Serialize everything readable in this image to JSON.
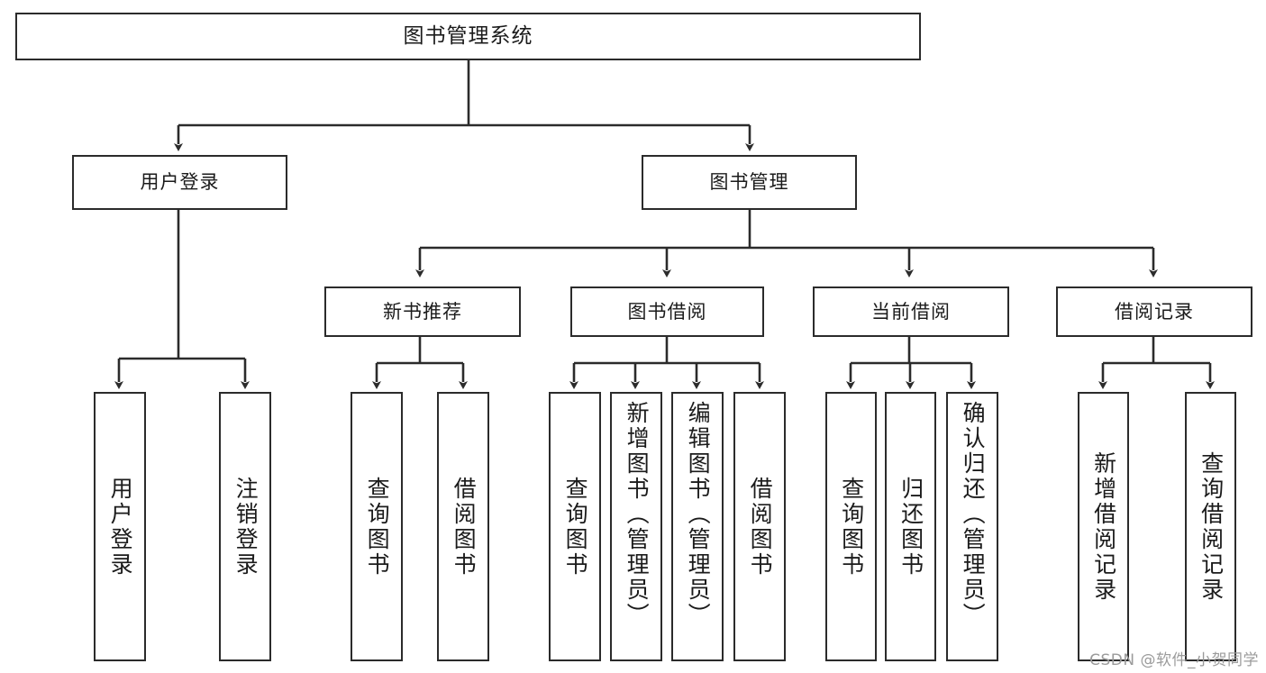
{
  "diagram": {
    "type": "tree",
    "title": "图书管理系统",
    "orientation": "top-down",
    "background": "#ffffff",
    "line_color": "#2b2b2b",
    "box_border_color": "#2b2b2b",
    "box_fill": "#ffffff",
    "text_color": "#1b1b1b"
  },
  "root": {
    "label": "图书管理系统"
  },
  "tier2": [
    {
      "label": "用户登录"
    },
    {
      "label": "图书管理"
    }
  ],
  "tier3": [
    {
      "label": "新书推荐"
    },
    {
      "label": "图书借阅"
    },
    {
      "label": "当前借阅"
    },
    {
      "label": "借阅记录"
    }
  ],
  "leaves": {
    "user_login": [
      {
        "label": "用户登录"
      },
      {
        "label": "注销登录"
      }
    ],
    "new_book": [
      {
        "label": "查询图书"
      },
      {
        "label": "借阅图书"
      }
    ],
    "borrow": [
      {
        "label": "查询图书"
      },
      {
        "label": "新增图书（管理员）"
      },
      {
        "label": "编辑图书（管理员）"
      },
      {
        "label": "借阅图书"
      }
    ],
    "current": [
      {
        "label": "查询图书"
      },
      {
        "label": "归还图书"
      },
      {
        "label": "确认归还（管理员）"
      }
    ],
    "records": [
      {
        "label": "新增借阅记录"
      },
      {
        "label": "查询借阅记录"
      }
    ]
  },
  "watermark": {
    "text": "CSDN @软件_小贺同学"
  }
}
